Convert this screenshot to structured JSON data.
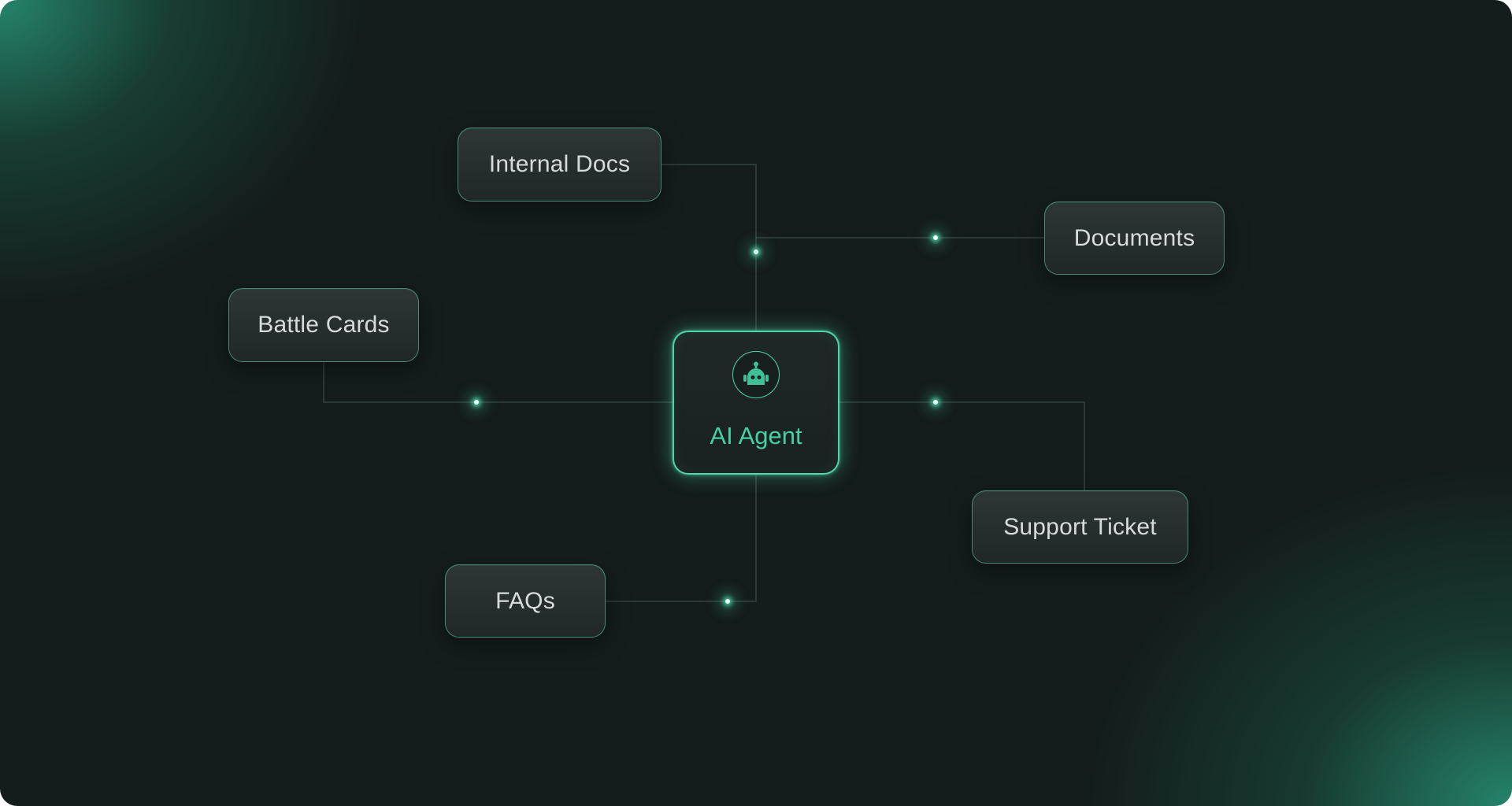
{
  "diagram": {
    "center": {
      "label": "AI Agent",
      "icon": "robot-icon"
    },
    "sources": [
      {
        "id": "internal-docs",
        "label": "Internal Docs"
      },
      {
        "id": "documents",
        "label": "Documents"
      },
      {
        "id": "battle-cards",
        "label": "Battle Cards"
      },
      {
        "id": "support-ticket",
        "label": "Support Ticket"
      },
      {
        "id": "faqs",
        "label": "FAQs"
      }
    ]
  },
  "colors": {
    "background": "#141c1c",
    "accent": "#4fd6ad",
    "node_text": "#d7dbda",
    "center_text": "#47cfa4"
  }
}
